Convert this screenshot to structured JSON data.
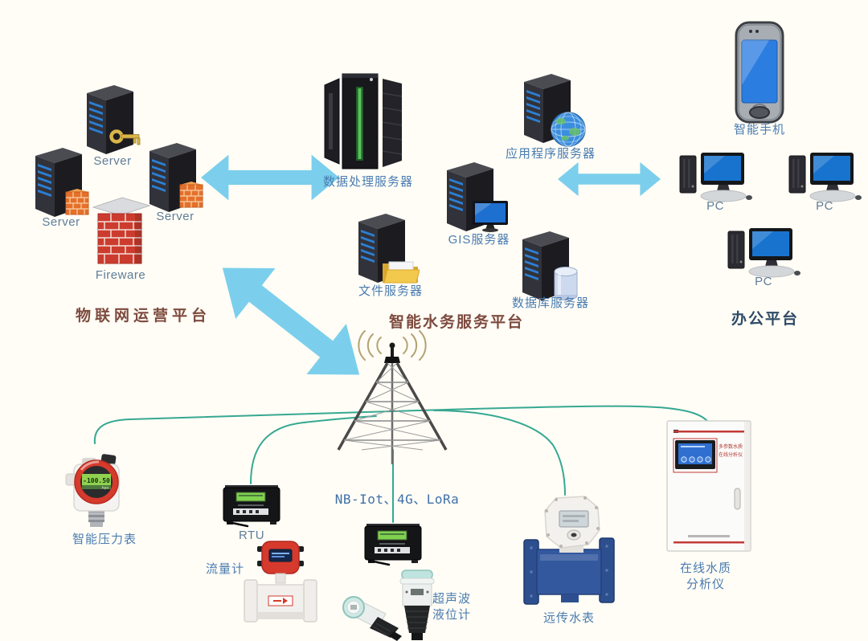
{
  "iot": {
    "title": "物联网运营平台",
    "server_top": "Server",
    "server_left": "Server",
    "server_right": "Server",
    "firewall": "Fireware"
  },
  "water": {
    "title": "智能水务服务平台",
    "data_server": "数据处理服务器",
    "app_server": "应用程序服务器",
    "gis_server": "GIS服务器",
    "file_server": "文件服务器",
    "db_server": "数据库服务器"
  },
  "office": {
    "title": "办公平台",
    "phone": "智能手机",
    "pc1": "PC",
    "pc2": "PC",
    "pc3": "PC"
  },
  "network": {
    "label": "NB-Iot、4G、LoRa"
  },
  "devices": {
    "pressure": {
      "label": "智能压力表",
      "reading": "-100.50",
      "unit": "kpa"
    },
    "rtu": {
      "label": "RTU"
    },
    "flow": {
      "label": "流量计"
    },
    "ultrasonic": {
      "line1": "超声波",
      "line2": "液位计"
    },
    "water_meter": {
      "label": "远传水表"
    },
    "analyzer": {
      "line1": "在线水质",
      "line2": "分析仪",
      "panel1": "多参数水质",
      "panel2": "在线分析仪"
    }
  },
  "colors": {
    "background": "#fffdf6",
    "arrow": "#7bcfec",
    "link_line": "#36a892",
    "platform_title": "#7d4a3e",
    "office_title": "#2e4a66",
    "device_label": "#4a7cb0",
    "hardware_label": "#5f7d99"
  }
}
